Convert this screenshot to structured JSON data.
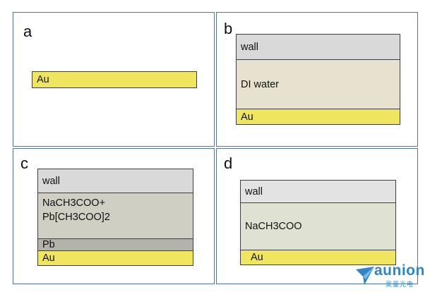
{
  "panels": {
    "a": {
      "letter": "a",
      "au": "Au"
    },
    "b": {
      "letter": "b",
      "wall": "wall",
      "medium": "DI water",
      "au": "Au"
    },
    "c": {
      "letter": "c",
      "wall": "wall",
      "solution": "NaCH3COO+\nPb[CH3COO]2",
      "pb": "Pb",
      "au": "Au"
    },
    "d": {
      "letter": "d",
      "wall": "wall",
      "medium": "NaCH3COO",
      "au": "Au"
    }
  },
  "logo": {
    "word": "aunion",
    "subtitle": "昊量光电"
  },
  "colors": {
    "border": "#4a74b5",
    "gold": "#f0e55f",
    "wall": "#d9d9d9",
    "water": "#e6e2cf",
    "solution": "#cfcfc3",
    "lead": "#b3b3ac",
    "acetate": "#dfe2d2",
    "logo": "#2f86c6"
  }
}
